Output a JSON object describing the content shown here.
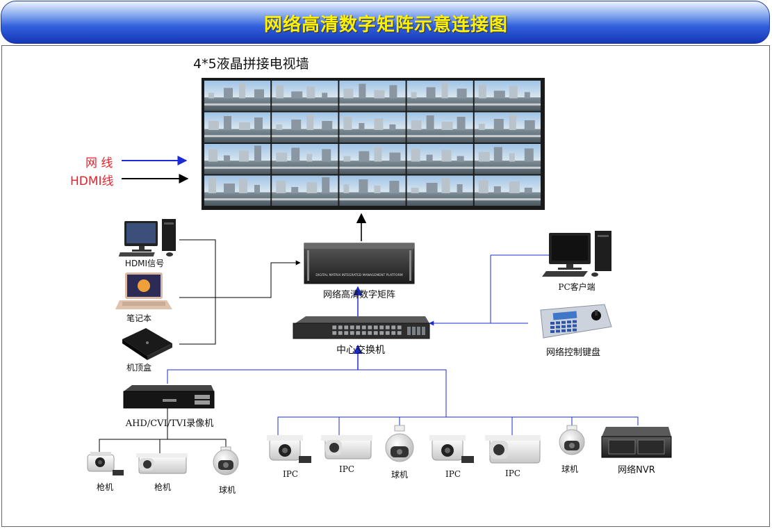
{
  "title": "网络高清数字矩阵示意连接图",
  "video_wall": {
    "label": "4*5液晶拼接电视墙"
  },
  "legend": {
    "network": "网 线",
    "hdmi": "HDMI线"
  },
  "sources": {
    "hdmi_pc": "HDMI信号",
    "laptop": "笔记本",
    "set_top_box": "机顶盒"
  },
  "matrix": {
    "label": "网络高清数字矩阵",
    "panel_text": "DIGITAL MATRIX INTEGRATED MANAGEMENT PLATFORM"
  },
  "switch": {
    "label": "中心交换机"
  },
  "pc_client": {
    "label": "PC客户端"
  },
  "keyboard": {
    "label": "网络控制键盘"
  },
  "dvr": {
    "label": "AHD/CVI/TVI录像机"
  },
  "analog_cams": [
    "枪机",
    "枪机",
    "球机"
  ],
  "ip_cams": [
    "IPC",
    "IPC",
    "球机",
    "IPC",
    "IPC",
    "球机"
  ],
  "nvr": {
    "label": "网络NVR"
  },
  "colors": {
    "network_line": "#1a2bd6",
    "hdmi_line": "#000000",
    "legend_text": "#e8202a",
    "title_text": "#fff200"
  }
}
